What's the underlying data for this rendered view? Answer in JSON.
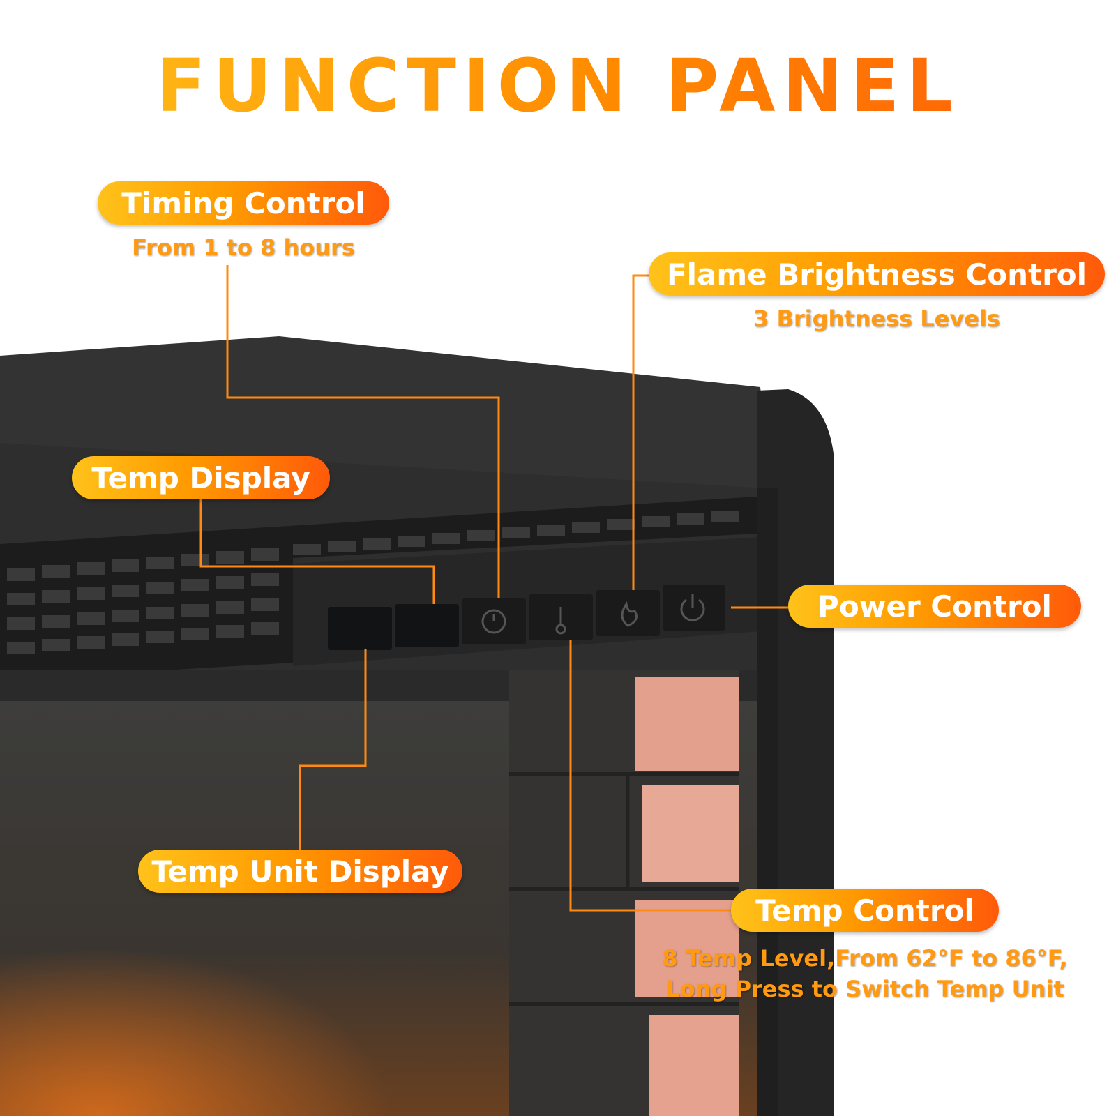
{
  "title": "FUNCTION PANEL",
  "callouts": {
    "timing": {
      "label": "Timing Control",
      "detail": "From 1 to 8 hours"
    },
    "flame": {
      "label": "Flame Brightness Control",
      "detail": "3 Brightness Levels"
    },
    "temp_display": {
      "label": "Temp Display"
    },
    "power": {
      "label": "Power Control"
    },
    "temp_unit": {
      "label": "Temp Unit Display"
    },
    "temp_control": {
      "label": "Temp Control",
      "detail_line1": "8 Temp Level,From 62°F to 86°F,",
      "detail_line2": "Long Press to Switch Temp Unit"
    }
  },
  "panel_buttons": [
    {
      "name": "timer-icon"
    },
    {
      "name": "thermometer-icon"
    },
    {
      "name": "flame-icon"
    },
    {
      "name": "power-icon"
    }
  ],
  "colors": {
    "accent_start": "#ffc21a",
    "accent_end": "#ff5a0a",
    "leader_line": "#ff8a12",
    "body": "#2b2b2b"
  }
}
